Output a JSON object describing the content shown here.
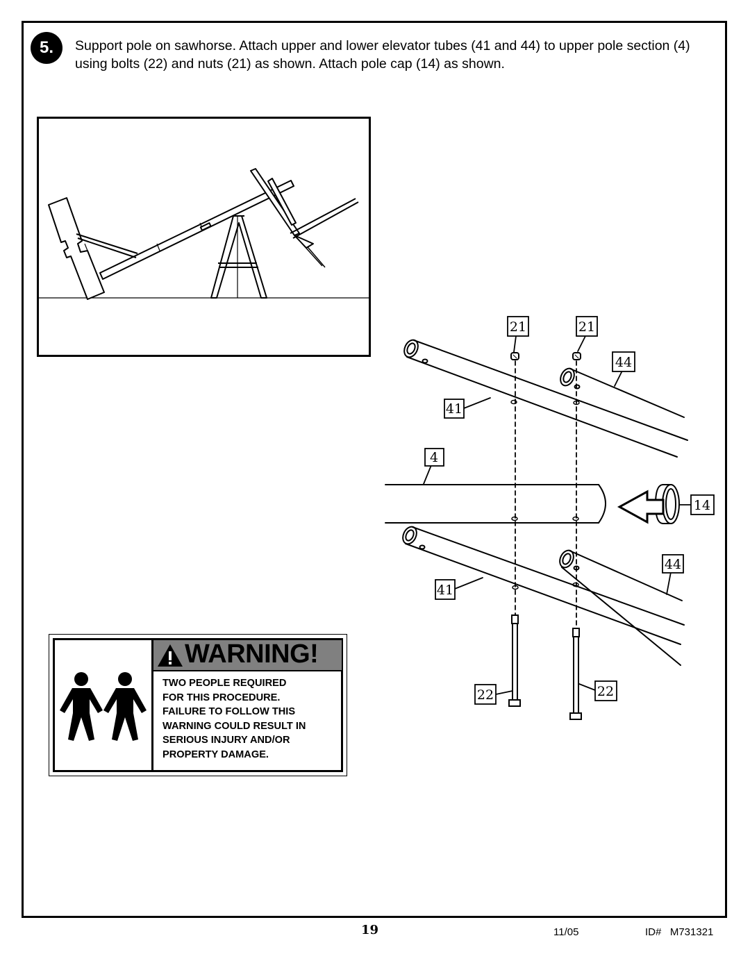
{
  "step": {
    "number": "5.",
    "instruction": "Support pole on sawhorse. Attach upper and lower elevator tubes (41 and 44) to upper pole section (4) using bolts (22) and nuts (21) as shown. Attach pole cap (14) as shown."
  },
  "callouts": {
    "nut_left": "21",
    "nut_right": "21",
    "tube_upper_right": "44",
    "tube_upper_left": "41",
    "pole": "4",
    "cap": "14",
    "tube_lower_right": "44",
    "tube_lower_left": "41",
    "bolt_left": "22",
    "bolt_right": "22"
  },
  "warning": {
    "title": "WARNING!",
    "lines": [
      "TWO PEOPLE REQUIRED",
      "FOR THIS PROCEDURE.",
      "FAILURE TO FOLLOW THIS",
      "WARNING COULD RESULT IN",
      "SERIOUS INJURY AND/OR",
      "PROPERTY DAMAGE."
    ]
  },
  "footer": {
    "page_number": "19",
    "date": "11/05",
    "id": "ID#   M731321"
  }
}
